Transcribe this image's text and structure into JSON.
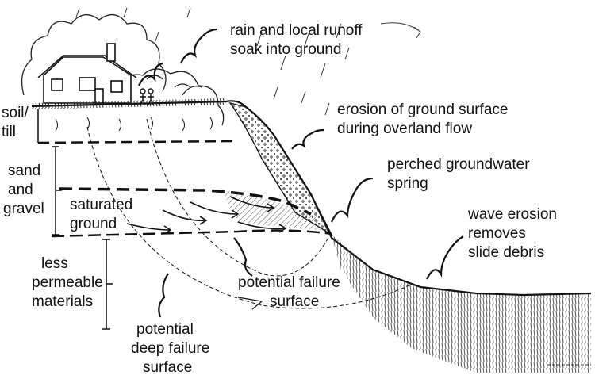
{
  "labels": {
    "rain": [
      "rain and local runoff",
      "soak into ground"
    ],
    "erosion": [
      "erosion of ground surface",
      "during overland flow"
    ],
    "perched": [
      "perched groundwater",
      "spring"
    ],
    "wave": [
      "wave erosion",
      "removes",
      "slide debris"
    ],
    "soil": [
      "soil/",
      "till"
    ],
    "sand": [
      "sand",
      "and",
      "gravel"
    ],
    "saturated": [
      "saturated",
      "ground"
    ],
    "less": [
      "less",
      "permeable",
      "materials"
    ],
    "potential_failure": [
      "potential failure",
      "surface"
    ],
    "deep_failure": [
      "potential",
      "deep failure",
      "surface"
    ]
  },
  "colors": {
    "ink": "#111111",
    "paper": "#ffffff",
    "hatch": "#555555"
  }
}
